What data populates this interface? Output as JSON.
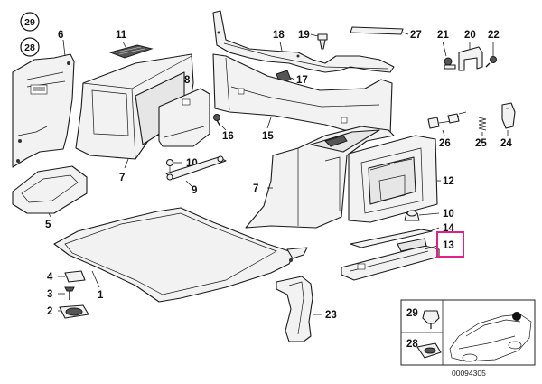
{
  "diagram": {
    "reference_number": "00094305",
    "highlight_color": "#e0218a",
    "highlighted_part": "13",
    "circled_parts": [
      "29",
      "28"
    ],
    "inset_parts": [
      "29",
      "28"
    ],
    "callouts": {
      "p1": "1",
      "p2": "2",
      "p3": "3",
      "p4": "4",
      "p5": "5",
      "p6": "6",
      "p7a": "7",
      "p7b": "7",
      "p8": "8",
      "p9": "9",
      "p10a": "10",
      "p10b": "10",
      "p11": "11",
      "p12": "12",
      "p13": "13",
      "p14": "14",
      "p15": "15",
      "p16": "16",
      "p17": "17",
      "p18": "18",
      "p19": "19",
      "p20": "20",
      "p21": "21",
      "p22": "22",
      "p23": "23",
      "p24": "24",
      "p25": "25",
      "p26": "26",
      "p27": "27",
      "p28": "28",
      "p29": "29",
      "p28i": "28",
      "p29i": "29"
    }
  }
}
